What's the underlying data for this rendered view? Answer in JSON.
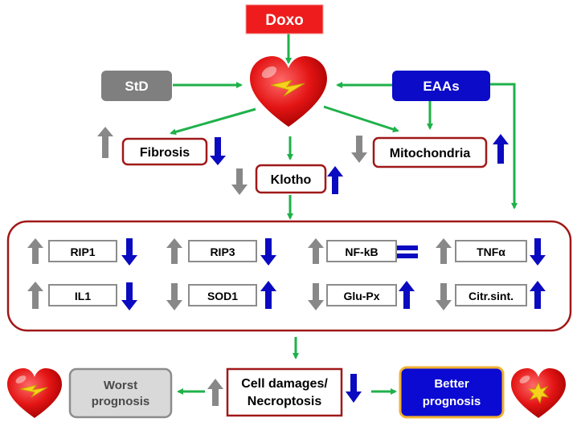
{
  "nodes": {
    "doxo": "Doxo",
    "std": "StD",
    "eaas": "EAAs",
    "fibrosis": "Fibrosis",
    "mitochondria": "Mitochondria",
    "klotho": "Klotho",
    "rip1": "RIP1",
    "rip3": "RIP3",
    "nfkb": "NF-kB",
    "tnfa": "TNFα",
    "il1": "IL1",
    "sod1": "SOD1",
    "glupx": "Glu-Px",
    "citrsint": "Citr.sint.",
    "cell_damage_line1": "Cell damages/",
    "cell_damage_line2": "Necroptosis",
    "worst_line1": "Worst",
    "worst_line2": "prognosis",
    "better_line1": "Better",
    "better_line2": "prognosis"
  },
  "colors": {
    "doxo": "#ee1c1c",
    "std": "#7f7f7f",
    "eaas": "#0b0bc8",
    "flow_arrow": "#1fb14a",
    "outline_dark_red": "#a01818",
    "gray_arrow": "#888888",
    "blue_arrow": "#0a0ac0",
    "worst_fill": "#d9d9d9",
    "better_fill": "#0a0ad2",
    "better_border": "#f2b230"
  }
}
